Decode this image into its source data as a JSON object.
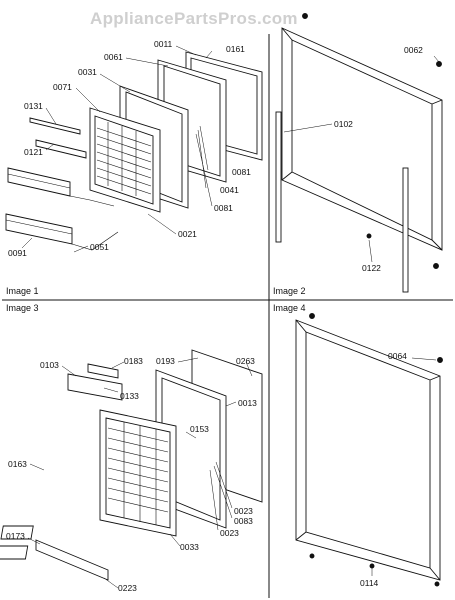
{
  "watermark": "AppliancePartsPros.com",
  "colors": {
    "line": "#111111",
    "watermark": "#cfcfcf",
    "background": "#ffffff"
  },
  "panels": [
    {
      "label": "Image 1"
    },
    {
      "label": "Image 2"
    },
    {
      "label": "Image 3"
    },
    {
      "label": "Image 4"
    }
  ],
  "part_numbers": {
    "image1": [
      "0011",
      "0161",
      "0061",
      "0031",
      "0071",
      "0131",
      "0121",
      "0091",
      "0051",
      "0021",
      "0081",
      "0041",
      "0081"
    ],
    "image2": [
      "0062",
      "0102",
      "0122"
    ],
    "image3": [
      "0103",
      "0183",
      "0193",
      "0263",
      "0133",
      "0013",
      "0153",
      "0163",
      "0023",
      "0083",
      "0023",
      "0033",
      "0173",
      "0223"
    ],
    "image4": [
      "0064",
      "0114"
    ]
  }
}
